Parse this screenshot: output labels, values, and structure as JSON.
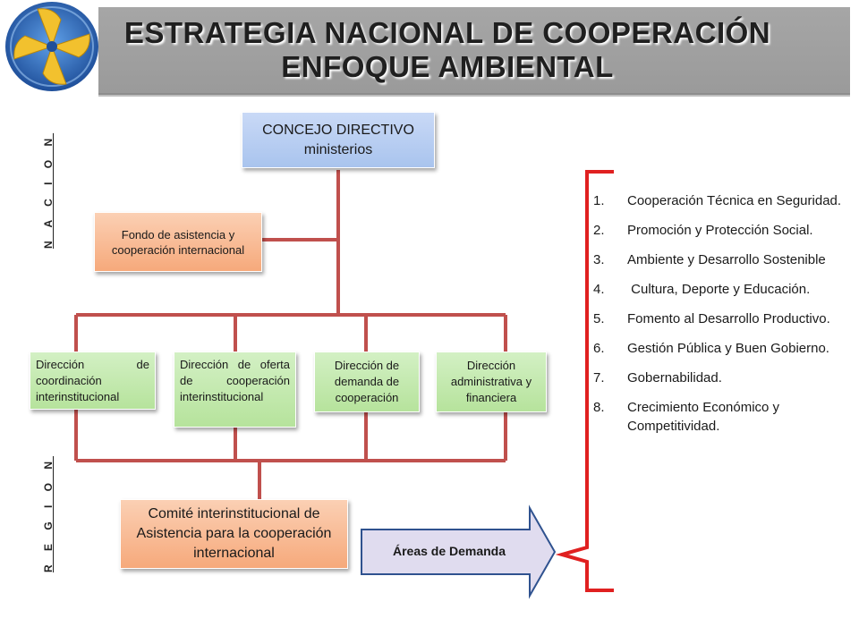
{
  "header": {
    "title_line1": "ESTRATEGIA NACIONAL  DE COOPERACIÓN",
    "title_line2": "ENFOQUE AMBIENTAL",
    "logo_icon": "pinwheel-logo-icon",
    "colors": {
      "band": "#a6a6a6",
      "logo_ring": "#2d5aa6",
      "logo_fill": "#f2c12e"
    }
  },
  "side_labels": {
    "nacion": "N A C I O N",
    "region": "R E G I O N"
  },
  "org_chart": {
    "concejo": {
      "line1": "CONCEJO DIRECTIVO",
      "line2": "ministerios"
    },
    "fondo": "Fondo de asistencia y cooperación internacional",
    "direcciones": [
      "Dirección de coordinación interinstitucional",
      "Dirección de oferta de cooperación interinstitucional",
      "Dirección de demanda de cooperación",
      "Dirección administrativa y financiera"
    ],
    "comite": "Comité interinstitucional de Asistencia para la cooperación internacional",
    "connector_color": "#c0504d"
  },
  "arrow": {
    "label": "Áreas de Demanda",
    "color": "#e0dcef",
    "border": "#2f528f"
  },
  "areas": [
    {
      "num": "1.",
      "text": "Cooperación Técnica en Seguridad."
    },
    {
      "num": "2.",
      "text": "Promoción y Protección Social."
    },
    {
      "num": "3.",
      "text": "Ambiente y Desarrollo Sostenible"
    },
    {
      "num": "4.",
      "text": " Cultura, Deporte y Educación."
    },
    {
      "num": "5.",
      "text": "Fomento al Desarrollo Productivo."
    },
    {
      "num": "6.",
      "text": "Gestión Pública y Buen Gobierno."
    },
    {
      "num": "7.",
      "text": "Gobernabilidad."
    },
    {
      "num": "8.",
      "text": "Crecimiento Económico y Competitividad."
    }
  ]
}
